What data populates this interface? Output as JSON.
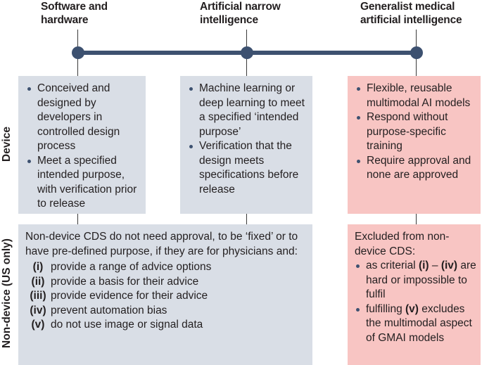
{
  "columns": [
    {
      "heading_line1": "Software and",
      "heading_line2": "hardware"
    },
    {
      "heading_line1": "Artificial narrow",
      "heading_line2": "intelligence"
    },
    {
      "heading_line1": "Generalist medical",
      "heading_line2": "artificial intelligence"
    }
  ],
  "rows": {
    "device_label": "Device",
    "nondevice_label": "Non-device (US only)"
  },
  "device": {
    "software": [
      "Conceived and designed by developers in controlled design process",
      "Meet a specified intended purpose, with verification prior to release"
    ],
    "ani": [
      "Machine learning or deep learning to meet a specified ‘intended purpose’",
      "Verification that the design meets specifications before release"
    ],
    "gmai": [
      "Flexible, reusable multimodal AI models",
      "Respond without purpose-specific training",
      "Require approval and none are approved"
    ]
  },
  "nondevice": {
    "intro": "Non-device CDS do not need approval, to be ‘fixed’ or to have pre-defined purpose, if they are for physicians and:",
    "criteria": [
      {
        "num": "(i)",
        "text": "provide a range of advice options"
      },
      {
        "num": "(ii)",
        "text": "provide a basis for their advice"
      },
      {
        "num": "(iii)",
        "text": "provide evidence for their advice"
      },
      {
        "num": "(iv)",
        "text": "prevent automation bias"
      },
      {
        "num": "(v)",
        "text": "do not use image or signal data"
      }
    ],
    "gmai_intro": "Excluded from non-device CDS:",
    "gmai_b1_pre": "as criterial ",
    "gmai_b1_bold1": "(i)",
    "gmai_b1_mid": " – ",
    "gmai_b1_bold2": "(iv)",
    "gmai_b1_post": " are hard or impossible to fulfil",
    "gmai_b2_pre": "fulfilling ",
    "gmai_b2_bold": "(v)",
    "gmai_b2_post": " excludes the multimodal aspect of GMAI models"
  },
  "colors": {
    "timeline": "#3d5170",
    "grey_box": "#d9dee6",
    "pink_box": "#f8c5c3"
  }
}
